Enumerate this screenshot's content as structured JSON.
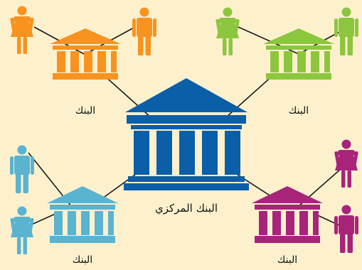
{
  "colors": {
    "background": "#fdf1cd",
    "orange": "#f7931e",
    "green": "#8cc63f",
    "teal": "#5ab3cf",
    "magenta": "#a7247a",
    "central": "#0b5ea8",
    "line": "#1a1a1a"
  },
  "labels": {
    "bank_top_left": "البنك",
    "bank_top_right": "البنك",
    "bank_bottom_left": "البنك",
    "bank_bottom_right": "البنك",
    "central_bank": "البنك المركزي"
  },
  "icons": {
    "bank": "bank-building-icon",
    "woman": "woman-icon",
    "man": "man-icon"
  }
}
